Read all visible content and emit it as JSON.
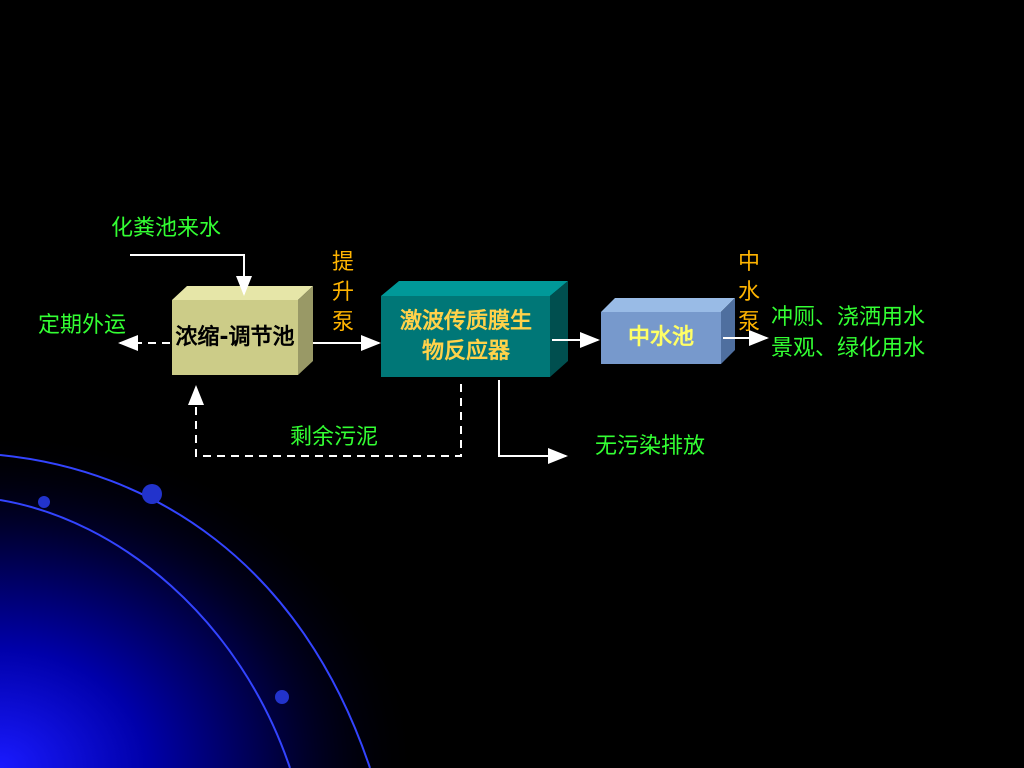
{
  "diagram": {
    "nodes": {
      "concentration_tank": "浓缩-调节池",
      "bioreactor": "激波传质膜生物反应器",
      "reclaimed_pool": "中水池"
    },
    "labels": {
      "inflow": "化粪池来水",
      "periodic_removal": "定期外运",
      "lift_pump": "提升泵",
      "reclaimed_pump": "中水泵",
      "residual_sludge": "剩余污泥",
      "discharge": "无污染排放",
      "reuse_line1": "冲厕、浇洒用水",
      "reuse_line2": "景观、绿化用水"
    }
  },
  "colors": {
    "background": "#000000",
    "label_green": "#33ff33",
    "label_orange": "#ffb400",
    "tank_face": "#cccc88",
    "reactor_face": "#007777",
    "pool_face": "#7799cc"
  }
}
